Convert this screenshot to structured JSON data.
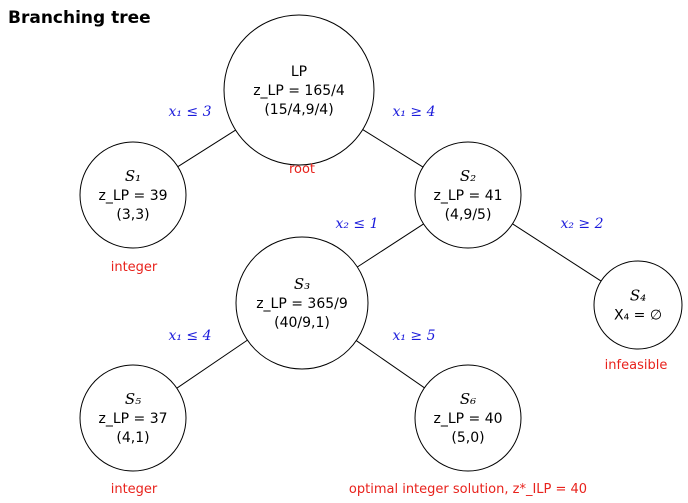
{
  "title": "Branching tree",
  "nodes": [
    {
      "id": "root",
      "lines": [
        "LP",
        "z_LP = 165/4",
        "(15/4,9/4)"
      ],
      "status": "root"
    },
    {
      "id": "S1",
      "lines": [
        "S₁",
        "z_LP = 39",
        "(3,3)"
      ],
      "status": "integer"
    },
    {
      "id": "S2",
      "lines": [
        "S₂",
        "z_LP = 41",
        "(4,9/5)"
      ],
      "status": ""
    },
    {
      "id": "S3",
      "lines": [
        "S₃",
        "z_LP = 365/9",
        "(40/9,1)"
      ],
      "status": ""
    },
    {
      "id": "S4",
      "lines": [
        "S₄",
        "X₄ = ∅"
      ],
      "status": "infeasible"
    },
    {
      "id": "S5",
      "lines": [
        "S₅",
        "z_LP = 37",
        "(4,1)"
      ],
      "status": "integer"
    },
    {
      "id": "S6",
      "lines": [
        "S₆",
        "z_LP = 40",
        "(5,0)"
      ],
      "status": "optimal integer solution, z*_ILP = 40"
    }
  ],
  "edges": [
    {
      "from": "root",
      "to": "S1",
      "label": "x₁ ≤ 3"
    },
    {
      "from": "root",
      "to": "S2",
      "label": "x₁ ≥ 4"
    },
    {
      "from": "S2",
      "to": "S3",
      "label": "x₂ ≤ 1"
    },
    {
      "from": "S2",
      "to": "S4",
      "label": "x₂ ≥ 2"
    },
    {
      "from": "S3",
      "to": "S5",
      "label": "x₁ ≤ 4"
    },
    {
      "from": "S3",
      "to": "S6",
      "label": "x₁ ≥ 5"
    }
  ]
}
